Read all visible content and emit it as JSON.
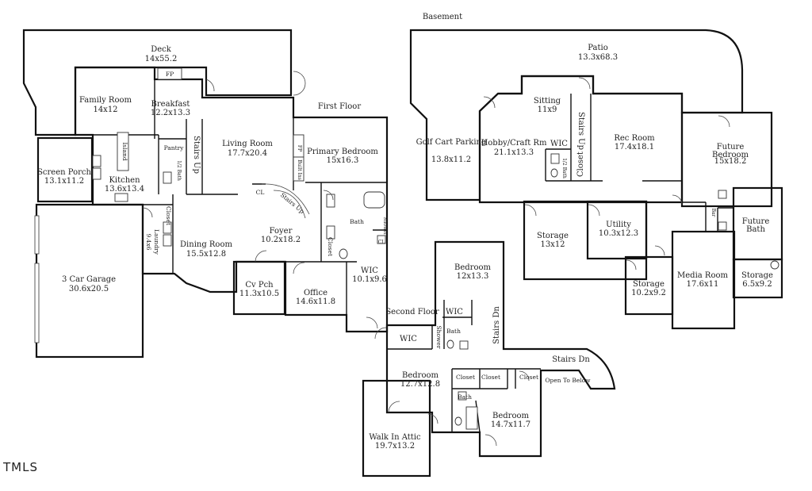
{
  "colors": {
    "deck": "#d8d5c0",
    "screen_porch": "#c6cfdd",
    "garage": "#d4d5d9",
    "cv_porch": "#e7d5d4",
    "basement_gray": "#d4d5d9",
    "attic": "#d9e4e2",
    "wall": "#111111"
  },
  "floors": {
    "basement": "Basement",
    "first": "First Floor",
    "second": "Second Floor"
  },
  "first_floor": {
    "deck": {
      "name": "Deck",
      "size": "14x55.2"
    },
    "fp_deck": "FP",
    "family_room": {
      "name": "Family Room",
      "size": "14x12"
    },
    "breakfast": {
      "name": "Breakfast",
      "size": "12.2x13.3"
    },
    "screen_porch": {
      "name": "Screen Porch",
      "size": "13.1x11.2"
    },
    "island": "Island",
    "pantry": "Pantry",
    "half_bath": "1/2 Bath",
    "stairs_up_1": "Stairs Up",
    "kitchen": {
      "name": "Kitchen",
      "size": "13.6x13.4"
    },
    "living_room": {
      "name": "Living Room",
      "size": "17.7x20.4"
    },
    "fp_living": "FP",
    "built_ins": "Built Ins",
    "primary_bedroom": {
      "name": "Primary Bedroom",
      "size": "15x16.3"
    },
    "cl": "CL",
    "stairs_up_2": "Stairs Up",
    "bath": "Bath",
    "shower": "Shower",
    "cl2": "CL",
    "closet": "Closet",
    "closet_laundry": "Closet",
    "laundry": {
      "name": "Laundry",
      "size": "9.4x6"
    },
    "foyer": {
      "name": "Foyer",
      "size": "10.2x18.2"
    },
    "garage": {
      "name": "3 Car Garage",
      "size": "30.6x20.5"
    },
    "dining_room": {
      "name": "Dining Room",
      "size": "15.5x12.8"
    },
    "cv_pch": {
      "name": "Cv Pch",
      "size": "11.3x10.5"
    },
    "office": {
      "name": "Office",
      "size": "14.6x11.8"
    },
    "wic": {
      "name": "WIC",
      "size": "10.1x9.6"
    }
  },
  "basement": {
    "patio": {
      "name": "Patio",
      "size": "13.3x68.3"
    },
    "sitting": {
      "name": "Sitting",
      "size": "11x9"
    },
    "golf_cart": {
      "name": "Golf Cart Parking",
      "size": "13.8x11.2"
    },
    "hobby": {
      "name": "Hobby/Craft Rm",
      "size": "21.1x13.3"
    },
    "wic": "WIC",
    "half_bath": "1/2 Bath",
    "stairs_up": "Stairs Up",
    "closet": "Closet",
    "rec_room": {
      "name": "Rec Room",
      "size": "17.4x18.1"
    },
    "future_bedroom": {
      "name": "Future Bedroom",
      "size": "15x18.2"
    },
    "bar": "Bar",
    "future_bath": {
      "name": "Future Bath",
      "size": ""
    },
    "storage1": {
      "name": "Storage",
      "size": "13x12"
    },
    "utility": {
      "name": "Utility",
      "size": "10.3x12.3"
    },
    "storage2": {
      "name": "Storage",
      "size": "10.2x9.2"
    },
    "media_room": {
      "name": "Media Room",
      "size": "17.6x11"
    },
    "storage3": {
      "name": "Storage",
      "size": "6.5x9.2"
    }
  },
  "second_floor": {
    "bedroom_top": {
      "name": "Bedroom",
      "size": "12x13.3"
    },
    "wic_a": "WIC",
    "wic_b": "WIC",
    "shower": "Shower",
    "bath_a": "Bath",
    "stairs_dn_a": "Stairs Dn",
    "stairs_dn_b": "Stairs Dn",
    "bedroom_left": {
      "name": "Bedroom",
      "size": "12.7x12.8"
    },
    "closet_a": "Closet",
    "closet_b": "Closet",
    "closet_c": "Closet",
    "open_to_below": "Open To Below",
    "bath_b": "Bath",
    "bedroom_right": {
      "name": "Bedroom",
      "size": "14.7x11.7"
    },
    "attic": {
      "name": "Walk In Attic",
      "size": "19.7x13.2"
    }
  },
  "watermark": "TMLS"
}
